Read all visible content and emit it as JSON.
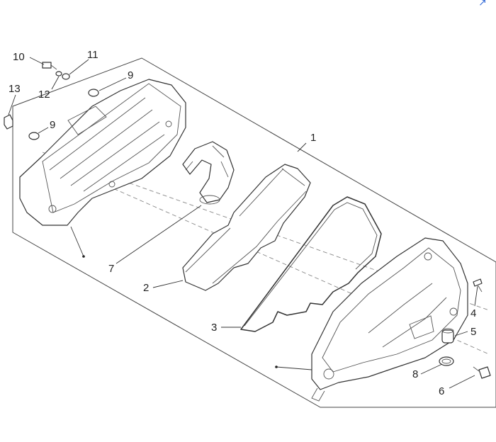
{
  "callouts": [
    {
      "id": "1",
      "text": "1"
    },
    {
      "id": "2",
      "text": "2"
    },
    {
      "id": "3",
      "text": "3"
    },
    {
      "id": "4",
      "text": "4"
    },
    {
      "id": "5",
      "text": "5"
    },
    {
      "id": "6",
      "text": "6"
    },
    {
      "id": "7",
      "text": "7"
    },
    {
      "id": "8",
      "text": "8"
    },
    {
      "id": "9a",
      "text": "9"
    },
    {
      "id": "9b",
      "text": "9"
    },
    {
      "id": "10",
      "text": "10"
    },
    {
      "id": "11",
      "text": "11"
    },
    {
      "id": "12",
      "text": "12"
    },
    {
      "id": "13",
      "text": "13"
    }
  ],
  "icons": {
    "corner": "expand-icon"
  },
  "colors": {
    "line": "#333333",
    "accent": "#3a6fd8"
  }
}
